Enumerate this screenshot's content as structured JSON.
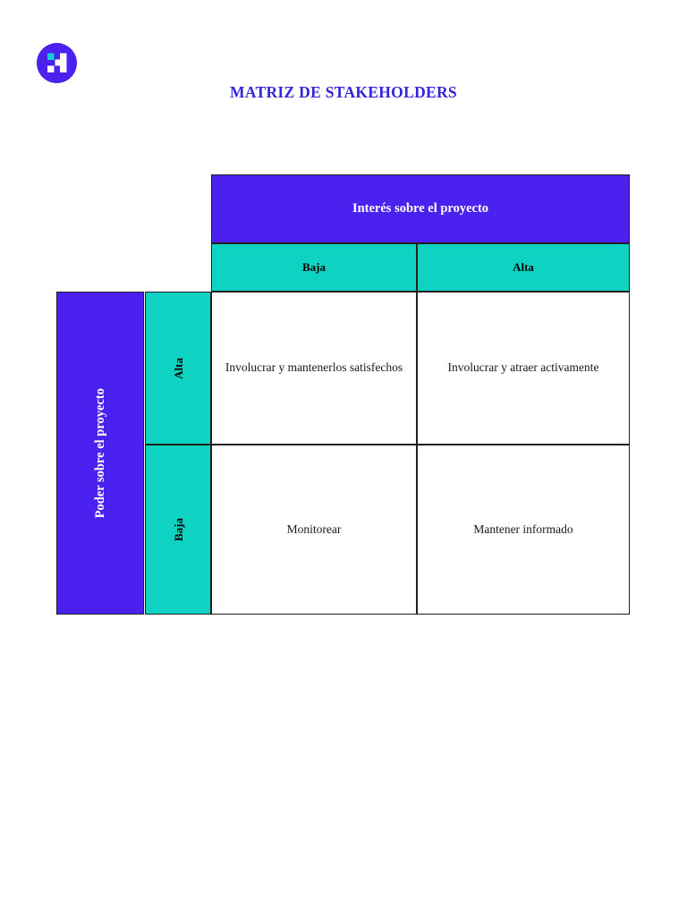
{
  "document": {
    "title": "MATRIZ DE STAKEHOLDERS",
    "background_color": "#ffffff"
  },
  "logo": {
    "name": "brand-logo",
    "shape": "circle",
    "circle_color": "#4A21EE",
    "glyph": "letter-h-blocks",
    "glyph_color": "#ffffff",
    "accent_color": "#13CFD8"
  },
  "colors": {
    "violet": "#4A21EE",
    "teal": "#0FD3C2",
    "title": "#3524DD",
    "border": "#231f20",
    "cell_bg": "#ffffff",
    "header_text": "#ffffff",
    "subheader_text": "#000000",
    "cell_text": "#1a1a1a"
  },
  "matrix": {
    "column_axis": {
      "label": "Interés sobre el proyecto",
      "levels": [
        "Baja",
        "Alta"
      ]
    },
    "row_axis": {
      "label": "Poder sobre el proyecto",
      "levels": [
        "Alta",
        "Baja"
      ]
    },
    "quadrants": {
      "alta_poder_baja_interes": "Involucrar y mantenerlos satisfechos",
      "alta_poder_alta_interes": "Involucrar y atraer activamente",
      "baja_poder_baja_interes": "Monitorear",
      "baja_poder_alta_interes": "Mantener informado"
    }
  }
}
